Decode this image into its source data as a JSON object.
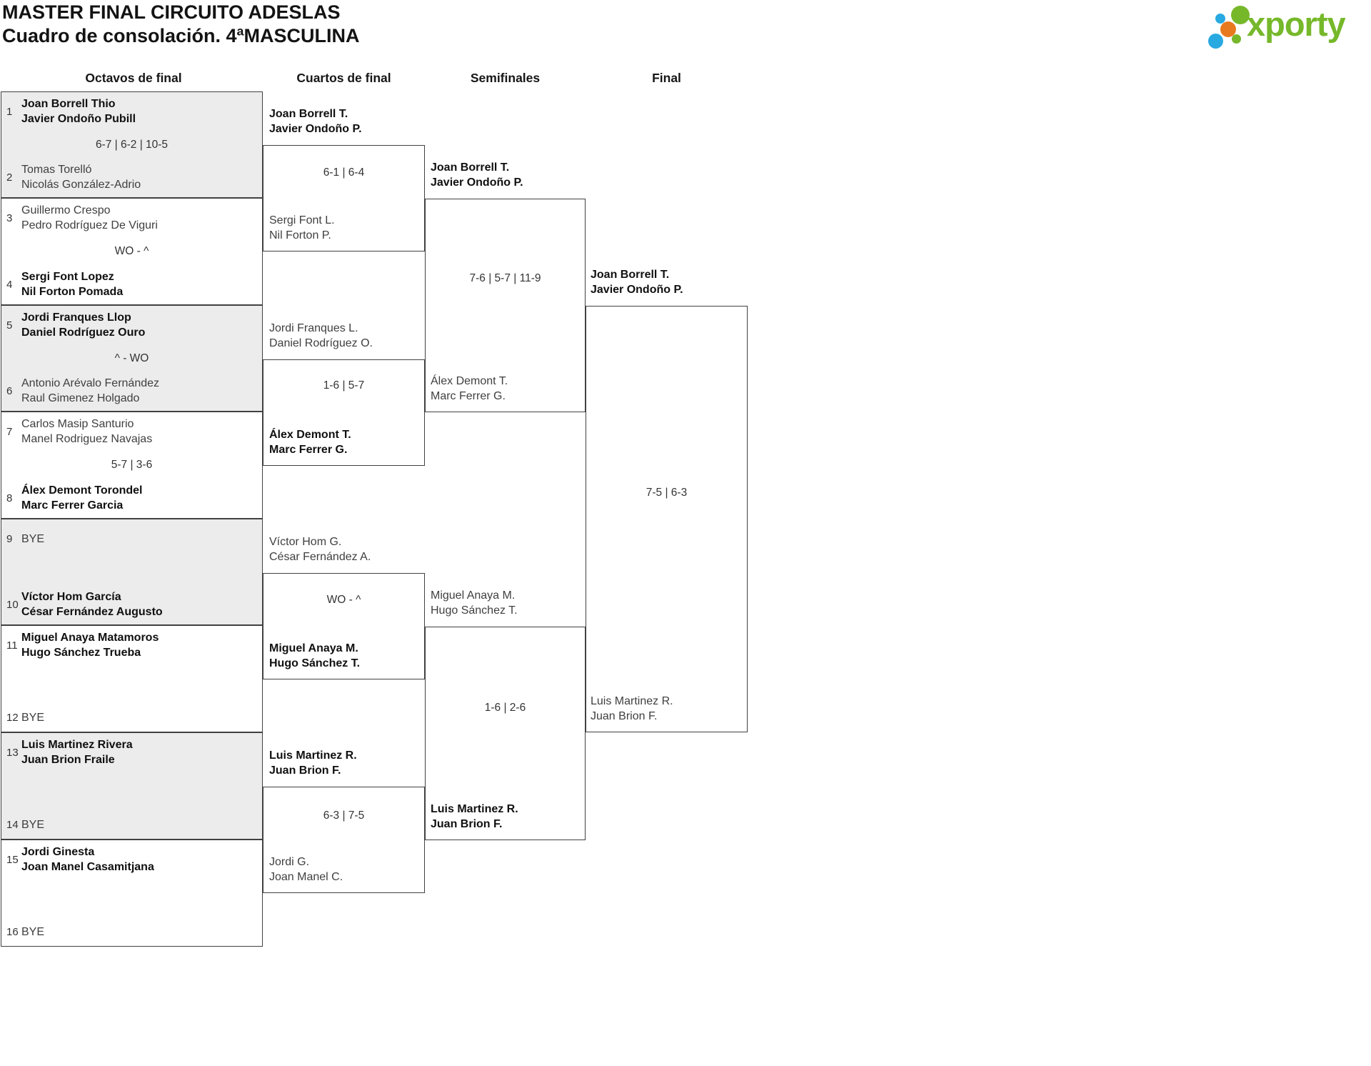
{
  "header": {
    "title_line1": "MASTER FINAL CIRCUITO ADESLAS",
    "title_line2": "Cuadro de consolación. 4ªMASCULINA",
    "logo_text": "xporty"
  },
  "round_headers": {
    "octavos": "Octavos de final",
    "cuartos": "Cuartos de final",
    "semifinales": "Semifinales",
    "final": "Final"
  },
  "colors": {
    "logo_green": "#76b82a",
    "logo_blue": "#29a9e1",
    "logo_orange": "#e8791e",
    "box_gray": "#ececec",
    "line_color": "#414141"
  },
  "r16_matches": [
    {
      "top_seed": "1",
      "top_line1": "Joan Borrell Thio",
      "top_line2": "Javier Ondoño Pubill",
      "score": "6-7 | 6-2 | 10-5",
      "bottom_seed": "2",
      "bottom_line1": "Tomas Torelló",
      "bottom_line2": "Nicolás González-Adrio"
    },
    {
      "top_seed": "3",
      "top_line1": "Guillermo Crespo",
      "top_line2": "Pedro Rodríguez De Viguri",
      "score": "WO - ^",
      "bottom_seed": "4",
      "bottom_line1": "Sergi Font Lopez",
      "bottom_line2": "Nil Forton Pomada"
    },
    {
      "top_seed": "5",
      "top_line1": "Jordi Franques Llop",
      "top_line2": "Daniel Rodríguez Ouro",
      "score": "^ - WO",
      "bottom_seed": "6",
      "bottom_line1": "Antonio Arévalo Fernández",
      "bottom_line2": "Raul Gimenez Holgado"
    },
    {
      "top_seed": "7",
      "top_line1": "Carlos Masip Santurio",
      "top_line2": "Manel Rodriguez Navajas",
      "score": "5-7 | 3-6",
      "bottom_seed": "8",
      "bottom_line1": "Álex Demont Torondel",
      "bottom_line2": "Marc Ferrer Garcia"
    },
    {
      "top_seed": "9",
      "top_line1": "BYE",
      "top_line2": "",
      "score": "",
      "bottom_seed": "10",
      "bottom_line1": "Víctor Hom García",
      "bottom_line2": "César Fernández Augusto"
    },
    {
      "top_seed": "11",
      "top_line1": "Miguel Anaya Matamoros",
      "top_line2": "Hugo Sánchez Trueba",
      "score": "",
      "bottom_seed": "12",
      "bottom_line1": "BYE",
      "bottom_line2": ""
    },
    {
      "top_seed": "13",
      "top_line1": "Luis Martinez Rivera",
      "top_line2": "Juan Brion Fraile",
      "score": "",
      "bottom_seed": "14",
      "bottom_line1": "BYE",
      "bottom_line2": ""
    },
    {
      "top_seed": "15",
      "top_line1": "Jordi Ginesta",
      "top_line2": "Joan Manel Casamitjana",
      "score": "",
      "bottom_seed": "16",
      "bottom_line1": "BYE",
      "bottom_line2": ""
    }
  ],
  "qf_matches": [
    {
      "top_line1": "Joan Borrell T.",
      "top_line2": "Javier Ondoño P.",
      "score": "6-1 | 6-4",
      "bottom_line1": "Sergi Font L.",
      "bottom_line2": "Nil Forton P."
    },
    {
      "top_line1": "Jordi Franques L.",
      "top_line2": "Daniel Rodríguez O.",
      "score": "1-6 | 5-7",
      "bottom_line1": "Álex Demont T.",
      "bottom_line2": "Marc Ferrer G."
    },
    {
      "top_line1": "Víctor Hom G.",
      "top_line2": "César Fernández A.",
      "score": "WO - ^",
      "bottom_line1": "Miguel Anaya M.",
      "bottom_line2": "Hugo Sánchez T."
    },
    {
      "top_line1": "Luis Martinez R.",
      "top_line2": "Juan Brion F.",
      "score": "6-3 | 7-5",
      "bottom_line1": "Jordi G.",
      "bottom_line2": "Joan Manel C."
    }
  ],
  "sf_matches": [
    {
      "top_line1": "Joan Borrell T.",
      "top_line2": "Javier Ondoño P.",
      "score": "7-6 | 5-7 | 11-9",
      "bottom_line1": "Álex Demont T.",
      "bottom_line2": "Marc Ferrer G."
    },
    {
      "top_line1": "Miguel Anaya M.",
      "top_line2": "Hugo Sánchez T.",
      "score": "1-6 | 2-6",
      "bottom_line1": "Luis Martinez R.",
      "bottom_line2": "Juan Brion F."
    }
  ],
  "final_match": {
    "top_line1": "Joan Borrell T.",
    "top_line2": "Javier Ondoño P.",
    "score": "7-5 | 6-3",
    "bottom_line1": "Luis Martinez R.",
    "bottom_line2": "Juan Brion F."
  }
}
